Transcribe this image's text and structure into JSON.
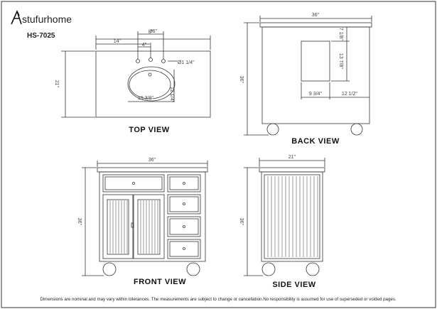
{
  "brand": {
    "name": "stufurhome",
    "model": "HS-7025"
  },
  "top_view": {
    "title": "TOP VIEW",
    "width": "36''",
    "depth": "21''",
    "offset_left": "14''",
    "faucet_spread": "8''",
    "center_offset": "4''",
    "hole_diameter": "Ø1 1/4''",
    "basin_width": "15 3/8''",
    "basin_depth": "12 1/4''"
  },
  "back_view": {
    "title": "BACK VIEW",
    "width": "36''",
    "height": "36''",
    "opening_top": "7 1/8''",
    "opening_height": "13 7/8''",
    "opening_width": "9 3/4''",
    "opening_right": "12 1/2''"
  },
  "front_view": {
    "title": "FRONT VIEW",
    "width": "36''",
    "height": "36''"
  },
  "side_view": {
    "title": "SIDE VIEW",
    "width": "21''",
    "height": "36''"
  },
  "disclaimer": "Dimensions are nominal and may vary within tolerances. The measurements are subject to change or cancellation.No responsibility is assumed for use of superseded or voided pages."
}
